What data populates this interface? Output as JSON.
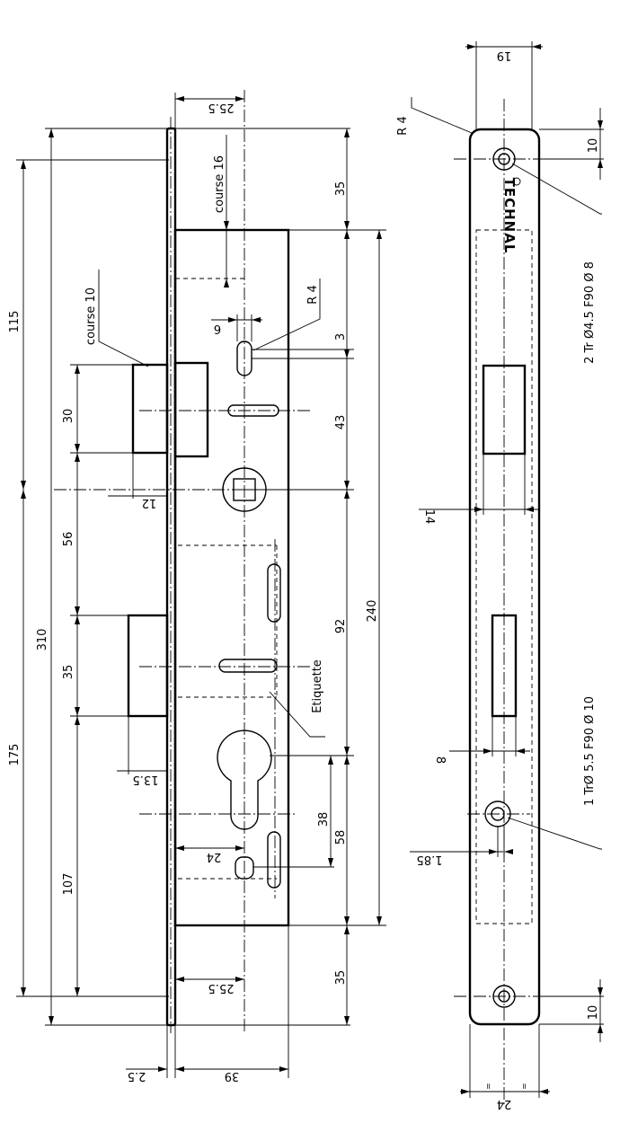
{
  "lock_view": {
    "dims": {
      "d_115": "115",
      "d_310": "310",
      "d_175": "175",
      "d_30": "30",
      "d_56": "56",
      "d_35_left": "35",
      "d_107": "107",
      "d_12": "12",
      "d_13_5": "13.5",
      "d_25_5_top": "25.5",
      "d_25_5_bottom": "25.5",
      "d_35_top": "35",
      "d_35_bottom": "35",
      "d_240": "240",
      "d_43": "43",
      "d_92": "92",
      "d_58": "58",
      "d_38": "38",
      "d_24": "24",
      "d_6": "6",
      "d_3": "3",
      "d_2_5": "2.5",
      "d_39": "39"
    },
    "labels": {
      "course_16": "course 16",
      "course_10": "course 10",
      "r4": "R 4",
      "etiquette": "Etiquette"
    }
  },
  "plate_view": {
    "dims": {
      "d_19": "19",
      "d_10_top": "10",
      "d_10_bottom": "10",
      "d_14": "14",
      "d_8": "8",
      "d_1_85": "1.85",
      "d_24": "24",
      "eq_left": "=",
      "eq_right": "="
    },
    "labels": {
      "r4": "R 4",
      "brand": "TECHNAL",
      "hole_note_top": "2 Tr Ø4.5 F90 Ø 8",
      "hole_note_bottom": "1 TrØ 5.5 F90 Ø 10"
    }
  }
}
